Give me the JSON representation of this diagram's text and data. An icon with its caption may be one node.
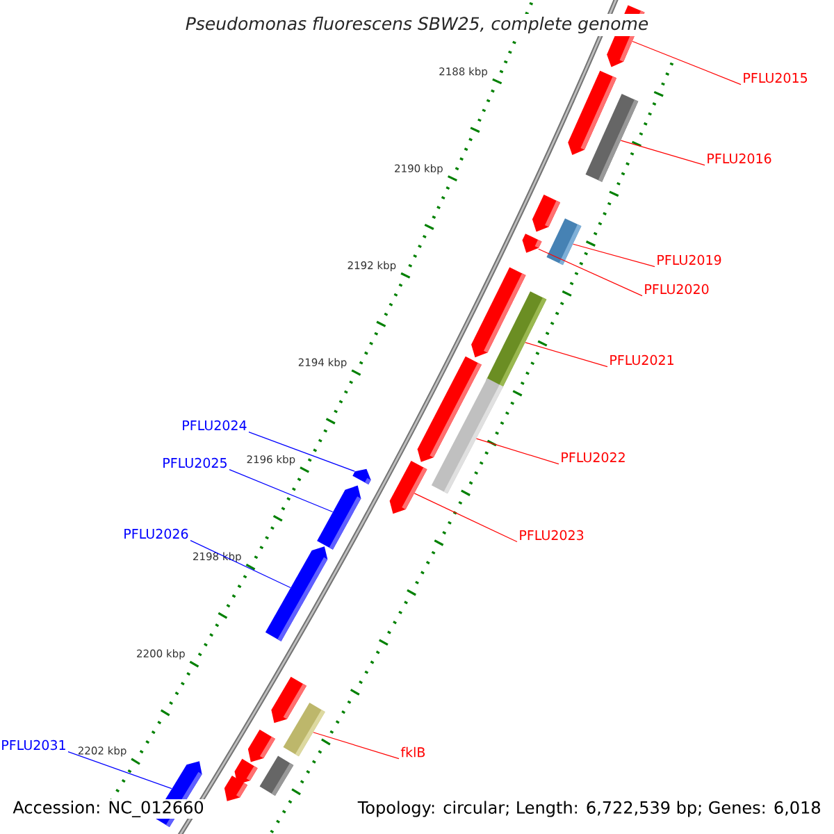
{
  "diagram": {
    "title": "Pseudomonas fluorescens SBW25, complete genome",
    "nodes": [
      {
        "text": [
          "PFLU2015"
        ]
      },
      {
        "text": [
          "PFLU2016"
        ]
      },
      {
        "text": [
          "PFLU2019"
        ]
      },
      {
        "text": [
          "PFLU2020"
        ]
      },
      {
        "text": [
          "PFLU2021"
        ]
      },
      {
        "text": [
          "PFLU2024"
        ]
      },
      {
        "text": [
          "PFLU2022"
        ]
      },
      {
        "text": [
          "PFLU2025"
        ]
      },
      {
        "text": [
          "PFLU2023"
        ]
      },
      {
        "text": [
          "PFLU2026"
        ]
      },
      {
        "text": [
          "PFLU2031"
        ]
      },
      {
        "text": [
          "fklB"
        ]
      },
      {
        "text": [],
        "shape": "pentagon"
      },
      {
        "text": [],
        "shape": "pentagon"
      },
      {
        "text": [],
        "shape": "bar"
      },
      {
        "text": [],
        "shape": "pentagon"
      },
      {
        "text": [],
        "shape": "bar"
      },
      {
        "text": [],
        "shape": "pentagon"
      },
      {
        "text": [],
        "shape": "pentagon"
      },
      {
        "text": [],
        "shape": "bar"
      },
      {
        "text": [],
        "shape": "pentagon"
      },
      {
        "text": [],
        "shape": "bar"
      },
      {
        "text": [],
        "shape": "pentagon"
      },
      {
        "text": [],
        "shape": "pentagon"
      },
      {
        "text": [],
        "shape": "pentagon"
      },
      {
        "text": [],
        "shape": "pentagon"
      },
      {
        "text": [],
        "shape": "pentagon"
      },
      {
        "text": [],
        "shape": "bar"
      },
      {
        "text": [],
        "shape": "pentagon"
      },
      {
        "text": [],
        "shape": "bar"
      },
      {
        "text": [],
        "shape": "pentagon"
      },
      {
        "text": [],
        "shape": "pentagon"
      },
      {
        "text": [],
        "shape": "pentagon"
      }
    ],
    "edges": [
      {
        "from": 0,
        "to": 12,
        "arrow": "none"
      },
      {
        "from": 1,
        "to": 14,
        "arrow": "none"
      },
      {
        "from": 2,
        "to": 16,
        "arrow": "none"
      },
      {
        "from": 3,
        "to": 17,
        "arrow": "none"
      },
      {
        "from": 4,
        "to": 19,
        "arrow": "none"
      },
      {
        "from": 5,
        "to": 23,
        "arrow": "none",
        "color": "#0000ff"
      },
      {
        "from": 6,
        "to": 21,
        "arrow": "none"
      },
      {
        "from": 7,
        "to": 24,
        "arrow": "none",
        "color": "#0000ff"
      },
      {
        "from": 8,
        "to": 22,
        "arrow": "none"
      },
      {
        "from": 9,
        "to": 25,
        "arrow": "none",
        "color": "#0000ff"
      },
      {
        "from": 10,
        "to": 32,
        "arrow": "none",
        "color": "#0000ff"
      },
      {
        "from": 11,
        "to": 27,
        "arrow": "none"
      }
    ],
    "labels": [
      "2188 kbp",
      "2190 kbp",
      "2192 kbp",
      "2194 kbp",
      "2196 kbp",
      "2198 kbp",
      "2200 kbp",
      "2202 kbp",
      "Accession: NC_012660",
      "Topology: circular; Length: 6,722,539 bp; Genes: 6,018"
    ]
  }
}
